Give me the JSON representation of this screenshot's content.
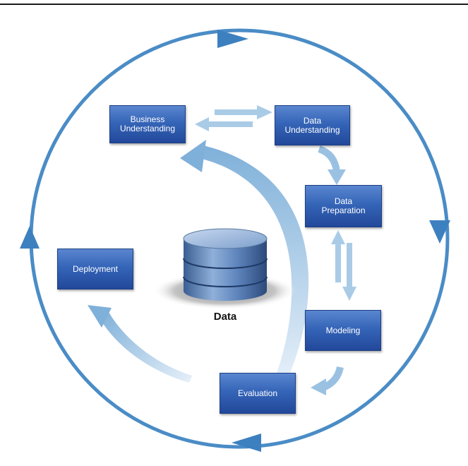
{
  "diagram": {
    "center_label": "Data",
    "phases": {
      "business_understanding": "Business\nUnderstanding",
      "data_understanding": "Data\nUnderstanding",
      "data_preparation": "Data\nPreparation",
      "modeling": "Modeling",
      "evaluation": "Evaluation",
      "deployment": "Deployment"
    }
  },
  "colors": {
    "box_fill": "#3565b8",
    "outer_cycle": "#4a90c8",
    "inner_arrows": "#9cc3e3"
  }
}
